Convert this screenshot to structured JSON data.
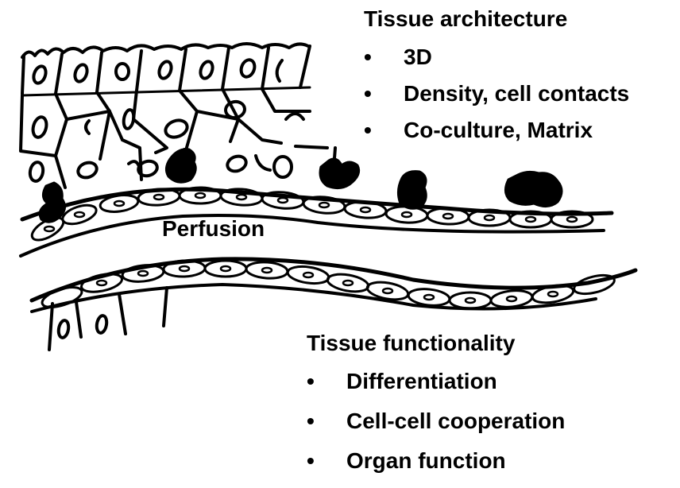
{
  "architecture": {
    "heading": "Tissue architecture",
    "items": [
      "3D",
      "Density, cell contacts",
      "Co-culture, Matrix"
    ]
  },
  "perfusion_label": "Perfusion",
  "functionality": {
    "heading": "Tissue functionality",
    "items": [
      "Differentiation",
      "Cell-cell cooperation",
      "Organ function"
    ]
  },
  "bullet_glyph": "•",
  "colors": {
    "ink": "#000000",
    "background": "#ffffff"
  }
}
